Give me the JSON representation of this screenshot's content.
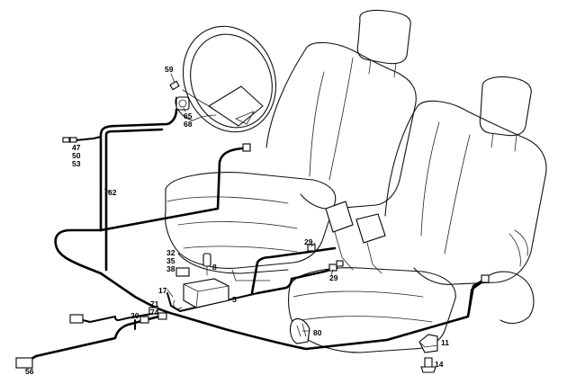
{
  "labels": {
    "l59": "59",
    "l65": "65",
    "l68": "68",
    "l47": "47",
    "l50": "50",
    "l53": "53",
    "l62": "62",
    "l32": "32",
    "l35": "35",
    "l38": "38",
    "l8": "8",
    "l17": "17",
    "l5": "5",
    "l71": "71",
    "l74": "74",
    "l20": "20",
    "l29a": "29",
    "l29b": "29",
    "l80": "80",
    "l11": "11",
    "l14": "14",
    "l56": "56"
  }
}
